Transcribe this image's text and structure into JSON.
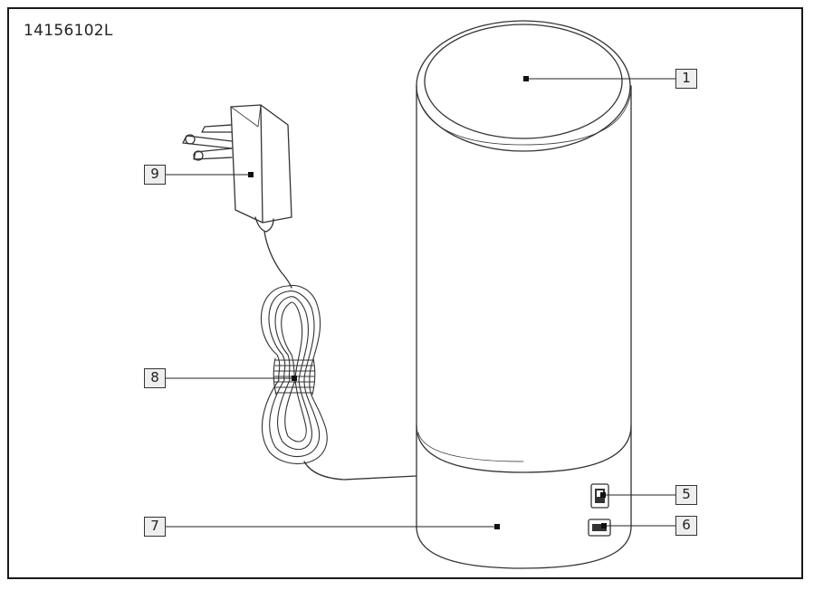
{
  "model_number": "14156102L",
  "callouts": [
    {
      "id": "1",
      "label": "1"
    },
    {
      "id": "5",
      "label": "5"
    },
    {
      "id": "6",
      "label": "6"
    },
    {
      "id": "7",
      "label": "7"
    },
    {
      "id": "8",
      "label": "8"
    },
    {
      "id": "9",
      "label": "9"
    }
  ]
}
